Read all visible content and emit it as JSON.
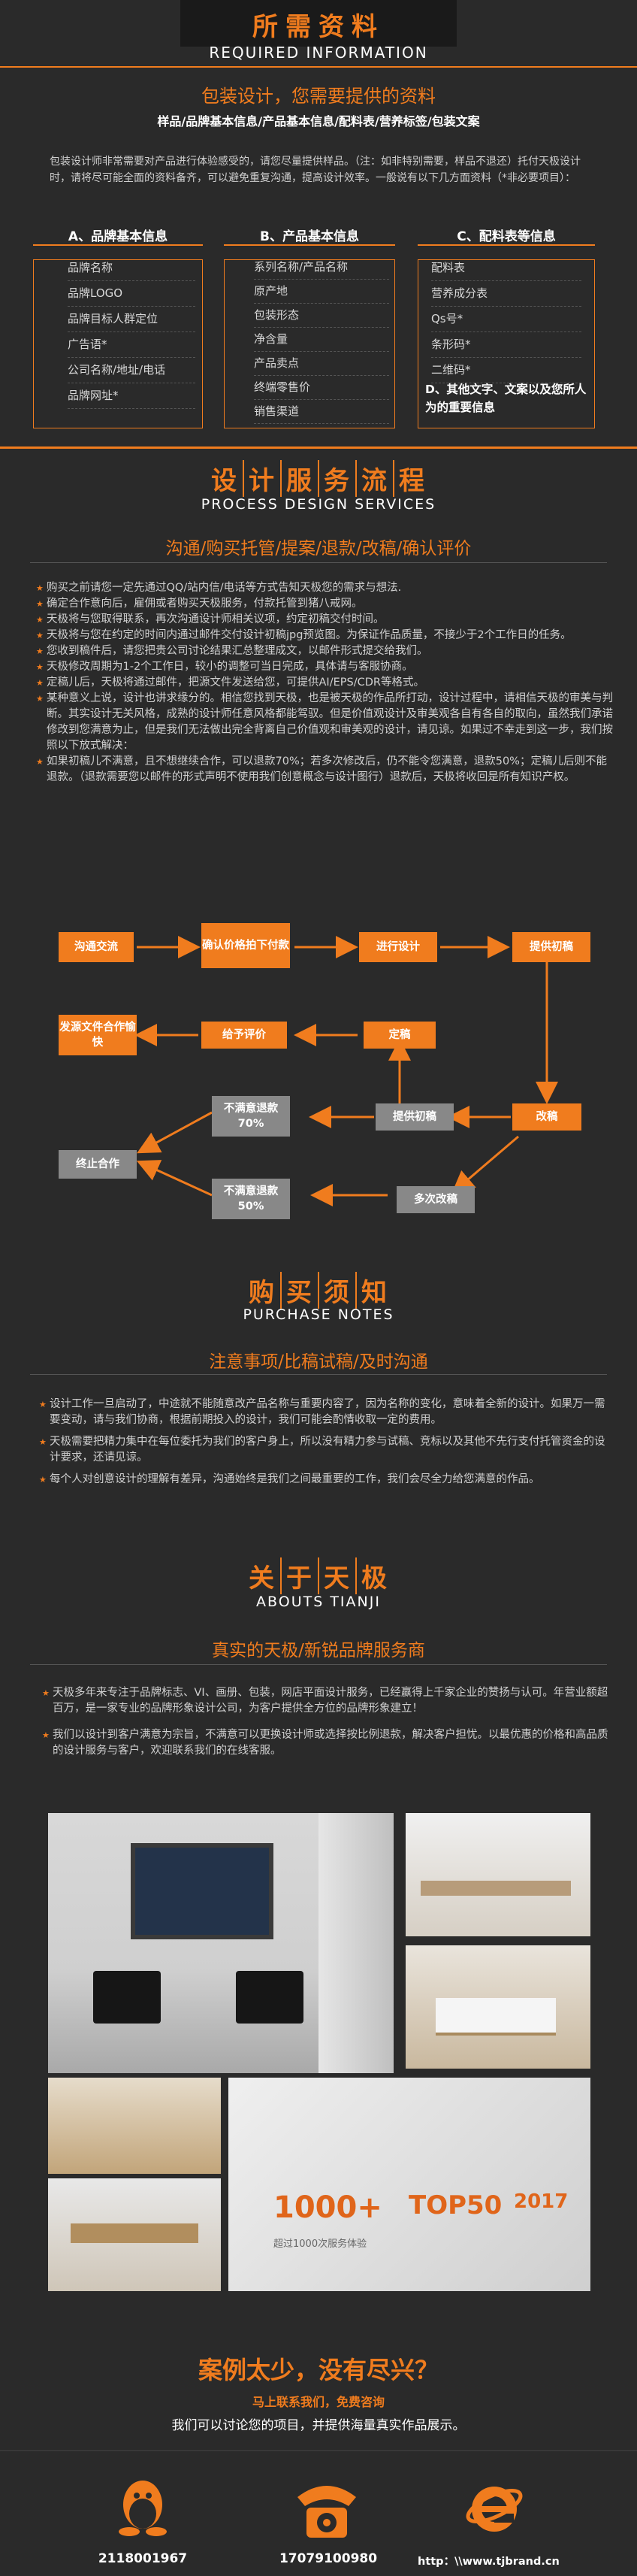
{
  "header": {
    "title": "所需资料",
    "title_chars": [
      "所",
      "需",
      "资",
      "料"
    ],
    "subtitle_en": "REQUIRED INFORMATION"
  },
  "required": {
    "heading": "包装设计，您需要提供的资料",
    "subheading": "样品/品牌基本信息/产品基本信息/配料表/营养标签/包装文案",
    "intro": "包装设计师非常需要对产品进行体验感受的，请您尽量提供样品。（注：如非特别需要，样品不退还）托付天极设计时，请将尽可能全面的资料备齐，可以避免重复沟通，提高设计效率。一般说有以下几方面资料（*非必要项目）：",
    "col_a": {
      "head": "A、品牌基本信息",
      "items": [
        "品牌名称",
        "品牌LOGO",
        "品牌目标人群定位",
        "广告语*",
        "公司名称/地址/电话",
        "品牌网址*"
      ]
    },
    "col_b": {
      "head": "B、产品基本信息",
      "items": [
        "系列名称/产品名称",
        "原产地",
        "包装形态",
        "净含量",
        "产品卖点",
        "终端零售价",
        "销售渠道"
      ]
    },
    "col_c": {
      "head": "C、配料表等信息",
      "items": [
        "配料表",
        "营养成分表",
        "Qs号*",
        "条形码*",
        "二维码*"
      ],
      "note": "D、其他文字、文案以及您所人为的重要信息"
    }
  },
  "process": {
    "title_chars": [
      "设",
      "计",
      "服",
      "务",
      "流",
      "程"
    ],
    "subtitle_en": "PROCESS DESIGN SERVICES",
    "heading": "沟通/购买托管/提案/退款/改稿/确认评价",
    "bullets": [
      "购买之前请您一定先通过QQ/站内信/电话等方式告知天极您的需求与想法.",
      "确定合作意向后，雇佣或者购买天极服务，付款托管到猪八戒网。",
      "天极将与您取得联系，再次沟通设计师相关议项，约定初稿交付时间。",
      "天极将与您在约定的时间内通过邮件交付设计初稿jpg预览图。为保证作品质量，不接少于2个工作日的任务。",
      "您收到稿件后，请您把贵公司讨论结果汇总整理成文，以邮件形式提交给我们。",
      "天极修改周期为1-2个工作日，较小的调整可当日完成，具体请与客服协商。",
      "定稿儿后，天极将通过邮件，把源文件发送给您，可提供AI/EPS/CDR等格式。",
      "某种意义上说，设计也讲求缘分的。相信您找到天极，也是被天极的作品所打动，设计过程中，请相信天极的审美与判断。其实设计无关风格，成熟的设计师任意风格都能驾驭。但是价值观设计及审美观各自有各自的取向，虽然我们承诺修改到您满意为止，但是我们无法做出完全背离自己价值观和审美观的设计，请见谅。如果过不幸走到这一步，我们按照以下放式解决：",
      "如果初稿儿不满意，且不想继续合作，可以退款70%；若多次修改后，仍不能令您满意，退款50%；定稿儿后则不能退款。（退款需要您以邮件的形式声明不使用我们创意概念与设计图行）退款后，天极将收回是所有知识产权。"
    ],
    "flow": {
      "n1": "沟通交流",
      "n2": "确认价格拍下付款",
      "n3": "进行设计",
      "n4": "提供初稿",
      "n5": "改稿",
      "n6": "提供初稿",
      "n7": "不满意退款70%",
      "n8": "定稿",
      "n9": "给予评价",
      "n10": "发源文件合作愉快",
      "n11": "多次改稿",
      "n12": "不满意退款50%",
      "n13": "终止合作"
    }
  },
  "purchase": {
    "title_chars": [
      "购",
      "买",
      "须",
      "知"
    ],
    "subtitle_en": "PURCHASE NOTES",
    "heading": "注意事项/比稿试稿/及时沟通",
    "bullets": [
      "设计工作一旦启动了，中途就不能随意改产品名称与重要内容了，因为名称的变化，意味着全新的设计。如果万一需要变动，请与我们协商，根据前期投入的设计，我们可能会酌情收取一定的费用。",
      "天极需要把精力集中在每位委托为我们的客户身上，所以没有精力参与试稿、竞标以及其他不先行支付托管资金的设计要求，还请见谅。",
      "每个人对创意设计的理解有差异，沟通始终是我们之间最重要的工作，我们会尽全力给您满意的作品。"
    ]
  },
  "about": {
    "title_chars": [
      "关",
      "于",
      "天",
      "极"
    ],
    "subtitle_en": "ABOUTS TIANJI",
    "heading": "真实的天极/新锐品牌服务商",
    "bullets": [
      "天极多年来专注于品牌标志、VI、画册、包装，网店平面设计服务，已经赢得上千家企业的赞扬与认可。年营业额超百万，是一家专业的品牌形象设计公司，为客户提供全方位的品牌形象建立！",
      "我们以设计到客户满意为宗旨，不满意可以更换设计师或选择按比例退款，解决客户担忧。以最优惠的价格和高品质的设计服务与客户，欢迎联系我们的在线客服。"
    ],
    "wall_text": [
      "1000+",
      "TOP50",
      "2017",
      "超过1000次服务体验"
    ]
  },
  "cta": {
    "heading": "案例太少，没有尽兴？",
    "line1": "马上联系我们，免费咨询",
    "line2": "我们可以讨论您的项目，并提供海量真实作品展示。"
  },
  "contacts": {
    "qq": "2118001967",
    "phone": "17079100980",
    "web": "http：\\\\www.tjbrand.cn"
  },
  "colors": {
    "accent": "#f07c1e",
    "background": "#2a2a2a",
    "grey_box": "#888888"
  },
  "icons": [
    "qq-penguin-icon",
    "telephone-icon",
    "ie-browser-icon"
  ]
}
